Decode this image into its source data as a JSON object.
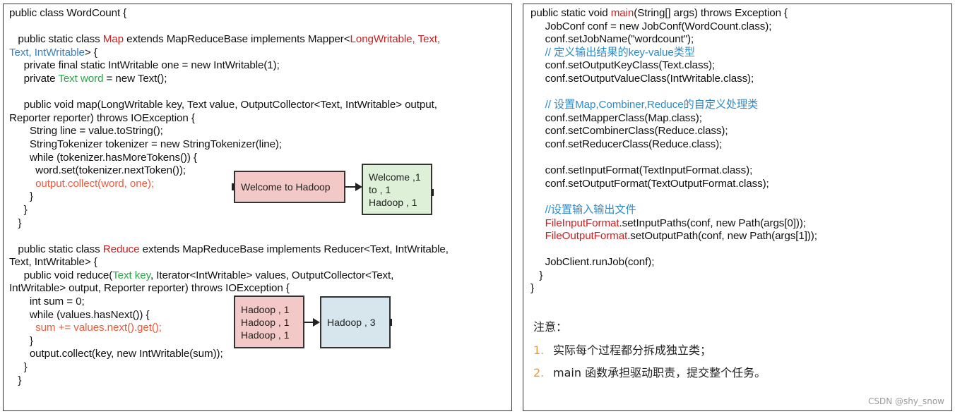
{
  "left_code": [
    [
      {
        "t": "public class WordCount {"
      }
    ],
    [],
    [
      {
        "t": "   public static class "
      },
      {
        "t": "Map",
        "c": "red"
      },
      {
        "t": " extends MapReduceBase implements Mapper<"
      },
      {
        "t": "LongWritable, Text,",
        "c": "red"
      }
    ],
    [
      {
        "t": "Text, IntWritable",
        "c": "blue"
      },
      {
        "t": "> {"
      }
    ],
    [
      {
        "t": "     private final static IntWritable one = new IntWritable(1);"
      }
    ],
    [
      {
        "t": "     private "
      },
      {
        "t": "Text word",
        "c": "green"
      },
      {
        "t": " = new Text();"
      }
    ],
    [],
    [
      {
        "t": "     public void map(LongWritable key, Text value, OutputCollector<Text, IntWritable> output,"
      }
    ],
    [
      {
        "t": "Reporter reporter) throws IOException {"
      }
    ],
    [
      {
        "t": "       String line = value.toString();"
      }
    ],
    [
      {
        "t": "       StringTokenizer tokenizer = new StringTokenizer(line);"
      }
    ],
    [
      {
        "t": "       while (tokenizer.hasMoreTokens()) {"
      }
    ],
    [
      {
        "t": "         word.set(tokenizer.nextToken());"
      }
    ],
    [
      {
        "t": "         "
      },
      {
        "t": "output.collect(word, one);",
        "c": "orange"
      }
    ],
    [
      {
        "t": "       }"
      }
    ],
    [
      {
        "t": "     }"
      }
    ],
    [
      {
        "t": "   }"
      }
    ],
    [],
    [
      {
        "t": "   public static class "
      },
      {
        "t": "Reduce",
        "c": "red"
      },
      {
        "t": " extends MapReduceBase implements Reducer<Text, IntWritable,"
      }
    ],
    [
      {
        "t": "Text, IntWritable> {"
      }
    ],
    [
      {
        "t": "     public void reduce("
      },
      {
        "t": "Text key",
        "c": "green"
      },
      {
        "t": ", Iterator<IntWritable> values, OutputCollector<Text,"
      }
    ],
    [
      {
        "t": "IntWritable> output, Reporter reporter) throws IOException {"
      }
    ],
    [
      {
        "t": "       int sum = 0;"
      }
    ],
    [
      {
        "t": "       while (values.hasNext()) {"
      }
    ],
    [
      {
        "t": "         "
      },
      {
        "t": "sum += values.next().get();",
        "c": "orange"
      }
    ],
    [
      {
        "t": "       }"
      }
    ],
    [
      {
        "t": "       output.collect(key, new IntWritable(sum));"
      }
    ],
    [
      {
        "t": "     }"
      }
    ],
    [
      {
        "t": "   }"
      }
    ]
  ],
  "right_code": [
    [
      {
        "t": "public static void "
      },
      {
        "t": "main",
        "c": "red"
      },
      {
        "t": "(String[] args) throws Exception {"
      }
    ],
    [
      {
        "t": "     JobConf conf = new JobConf(WordCount.class);"
      }
    ],
    [
      {
        "t": "     conf.setJobName(\"wordcount\");"
      }
    ],
    [
      {
        "t": "     // 定义输出结果的key-value类型",
        "c": "comment"
      }
    ],
    [
      {
        "t": "     conf.setOutputKeyClass(Text.class);"
      }
    ],
    [
      {
        "t": "     conf.setOutputValueClass(IntWritable.class);"
      }
    ],
    [],
    [
      {
        "t": "     // 设置Map,Combiner,Reduce的自定义处理类",
        "c": "comment"
      }
    ],
    [
      {
        "t": "     conf.setMapperClass(Map.class);"
      }
    ],
    [
      {
        "t": "     conf.setCombinerClass(Reduce.class);"
      }
    ],
    [
      {
        "t": "     conf.setReducerClass(Reduce.class);"
      }
    ],
    [],
    [
      {
        "t": "     conf.setInputFormat(TextInputFormat.class);"
      }
    ],
    [
      {
        "t": "     conf.setOutputFormat(TextOutputFormat.class);"
      }
    ],
    [],
    [
      {
        "t": "     //设置输入输出文件",
        "c": "comment"
      }
    ],
    [
      {
        "t": "     "
      },
      {
        "t": "FileInputFormat",
        "c": "red"
      },
      {
        "t": ".setInputPaths(conf, new Path(args[0]));"
      }
    ],
    [
      {
        "t": "     "
      },
      {
        "t": "FileOutputFormat",
        "c": "red"
      },
      {
        "t": ".setOutputPath(conf, new Path(args[1]));"
      }
    ],
    [],
    [
      {
        "t": "     JobClient.runJob(conf);"
      }
    ],
    [
      {
        "t": "   }"
      }
    ],
    [
      {
        "t": "}"
      }
    ]
  ],
  "map_diagram": {
    "input": "Welcome to Hadoop",
    "output": [
      "Welcome ,1",
      "to , 1",
      "Hadoop , 1"
    ]
  },
  "reduce_diagram": {
    "input": [
      "Hadoop , 1",
      "Hadoop , 1",
      "Hadoop , 1"
    ],
    "output": "Hadoop , 3"
  },
  "note": {
    "title": "注意：",
    "items": [
      {
        "num": "1.",
        "text": "实际每个过程都分拆成独立类；"
      },
      {
        "num": "2.",
        "text": "main 函数承担驱动职责，提交整个任务。"
      }
    ]
  },
  "watermark": "CSDN @shy_snow",
  "colors": {
    "keyword_red": "#cc1f1f",
    "type_blue": "#3a7fbf",
    "var_green": "#28a745",
    "call_orange": "#ee5a3a",
    "comment_blue": "#2e8bc9",
    "note_number_orange": "#f0983a",
    "box_pink": "#f2c9c6",
    "box_green": "#dff0d8",
    "box_blue": "#d6e6ec"
  }
}
